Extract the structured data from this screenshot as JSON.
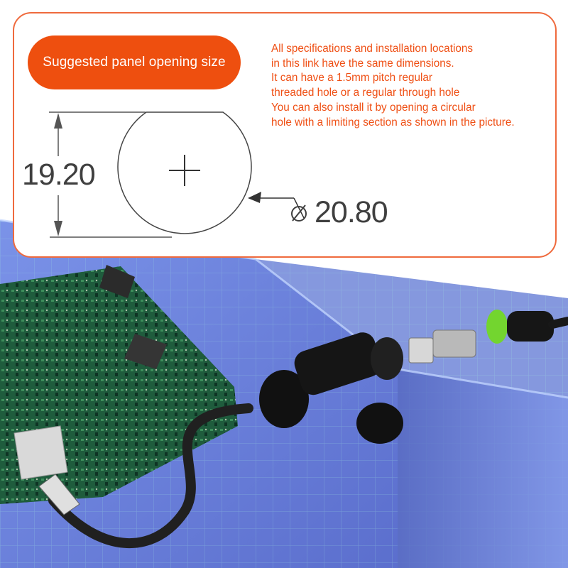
{
  "spec_panel": {
    "title": "Suggested panel opening size",
    "notes": [
      "All specifications and installation locations",
      "in this link have the same dimensions.",
      "It can have a 1.5mm pitch regular",
      "threaded hole or a regular through hole",
      "You can also install it by opening a circular",
      "hole with a limiting section as shown in the picture."
    ],
    "height_dimension": "19.20",
    "diameter_dimension": "20.80",
    "diameter_symbol": "⌀"
  },
  "colors": {
    "accent": "#ee4f0f",
    "card_border": "#ef6a3d",
    "dimension_text": "#3f3f3f",
    "enclosure": "#5a76d8",
    "pcb": "#1f5c3d",
    "seal_ring": "#73d52f"
  },
  "icons": {
    "center_mark": "plus-icon",
    "leader": "arrow-icon"
  }
}
